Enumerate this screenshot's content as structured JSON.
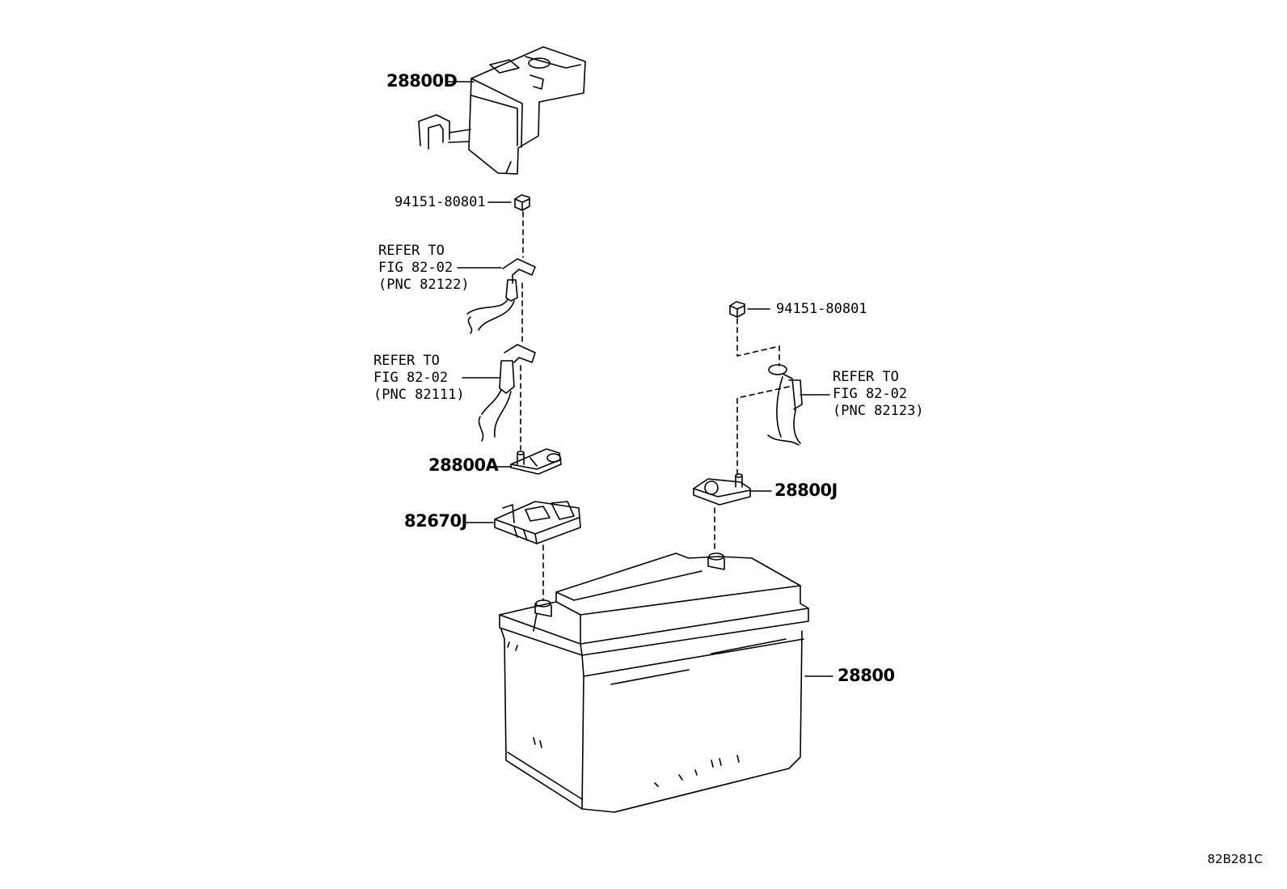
{
  "diagram": {
    "code": "82B281C",
    "parts": {
      "cover": "28800D",
      "nut_left": "94151-80801",
      "nut_right": "94151-80801",
      "clamp_a": "28800A",
      "bracket": "82670J",
      "clamp_j": "28800J",
      "battery": "28800"
    },
    "refs": [
      {
        "line1": "REFER TO",
        "line2": "FIG 82-02",
        "line3": "(PNC 82122)"
      },
      {
        "line1": "REFER TO",
        "line2": "FIG 82-02",
        "line3": "(PNC 82111)"
      },
      {
        "line1": "REFER TO",
        "line2": "FIG 82-02",
        "line3": "(PNC 82123)"
      }
    ]
  }
}
